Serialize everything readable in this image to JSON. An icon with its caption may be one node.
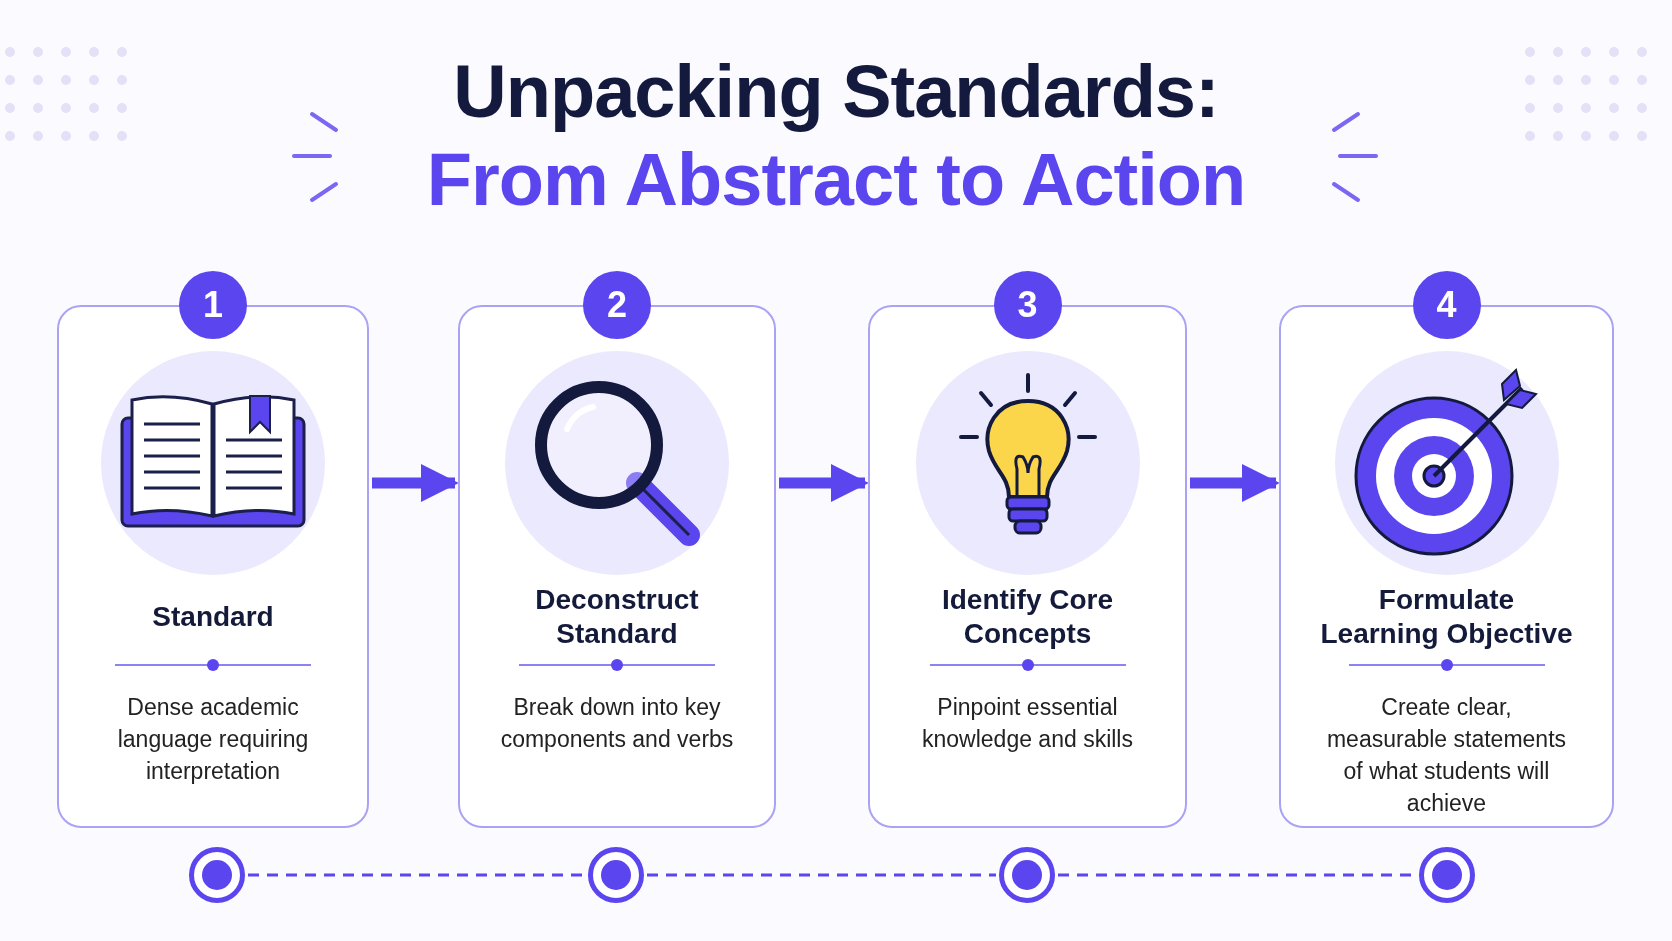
{
  "diagram": {
    "title": "Unpacking Standards: From Abstract to Action",
    "nodes": [
      {
        "text": [
          "1",
          "Standard",
          "Dense academic language requiring interpretation"
        ]
      },
      {
        "text": [
          "2",
          "Deconstruct Standard",
          "Break down into key components and verbs"
        ]
      },
      {
        "text": [
          "3",
          "Identify Core Concepts",
          "Pinpoint essential knowledge and skills"
        ]
      },
      {
        "text": [
          "4",
          "Formulate Learning Objective",
          "Create clear, measurable statements of what students will achieve"
        ]
      },
      {
        "text": [],
        "shape": "circle"
      },
      {
        "text": [],
        "shape": "circle"
      },
      {
        "text": [],
        "shape": "circle"
      },
      {
        "text": [],
        "shape": "circle"
      }
    ],
    "edges": [
      {
        "from": 0,
        "to": 1,
        "arrow": "to",
        "style": "thick"
      },
      {
        "from": 1,
        "to": 2,
        "arrow": "to",
        "style": "thick"
      },
      {
        "from": 2,
        "to": 3,
        "arrow": "to",
        "style": "thick"
      },
      {
        "from": 4,
        "to": 5,
        "arrow": "none",
        "style": "dashed"
      },
      {
        "from": 5,
        "to": 6,
        "arrow": "none",
        "style": "dashed"
      },
      {
        "from": 6,
        "to": 7,
        "arrow": "none",
        "style": "dashed"
      }
    ]
  }
}
